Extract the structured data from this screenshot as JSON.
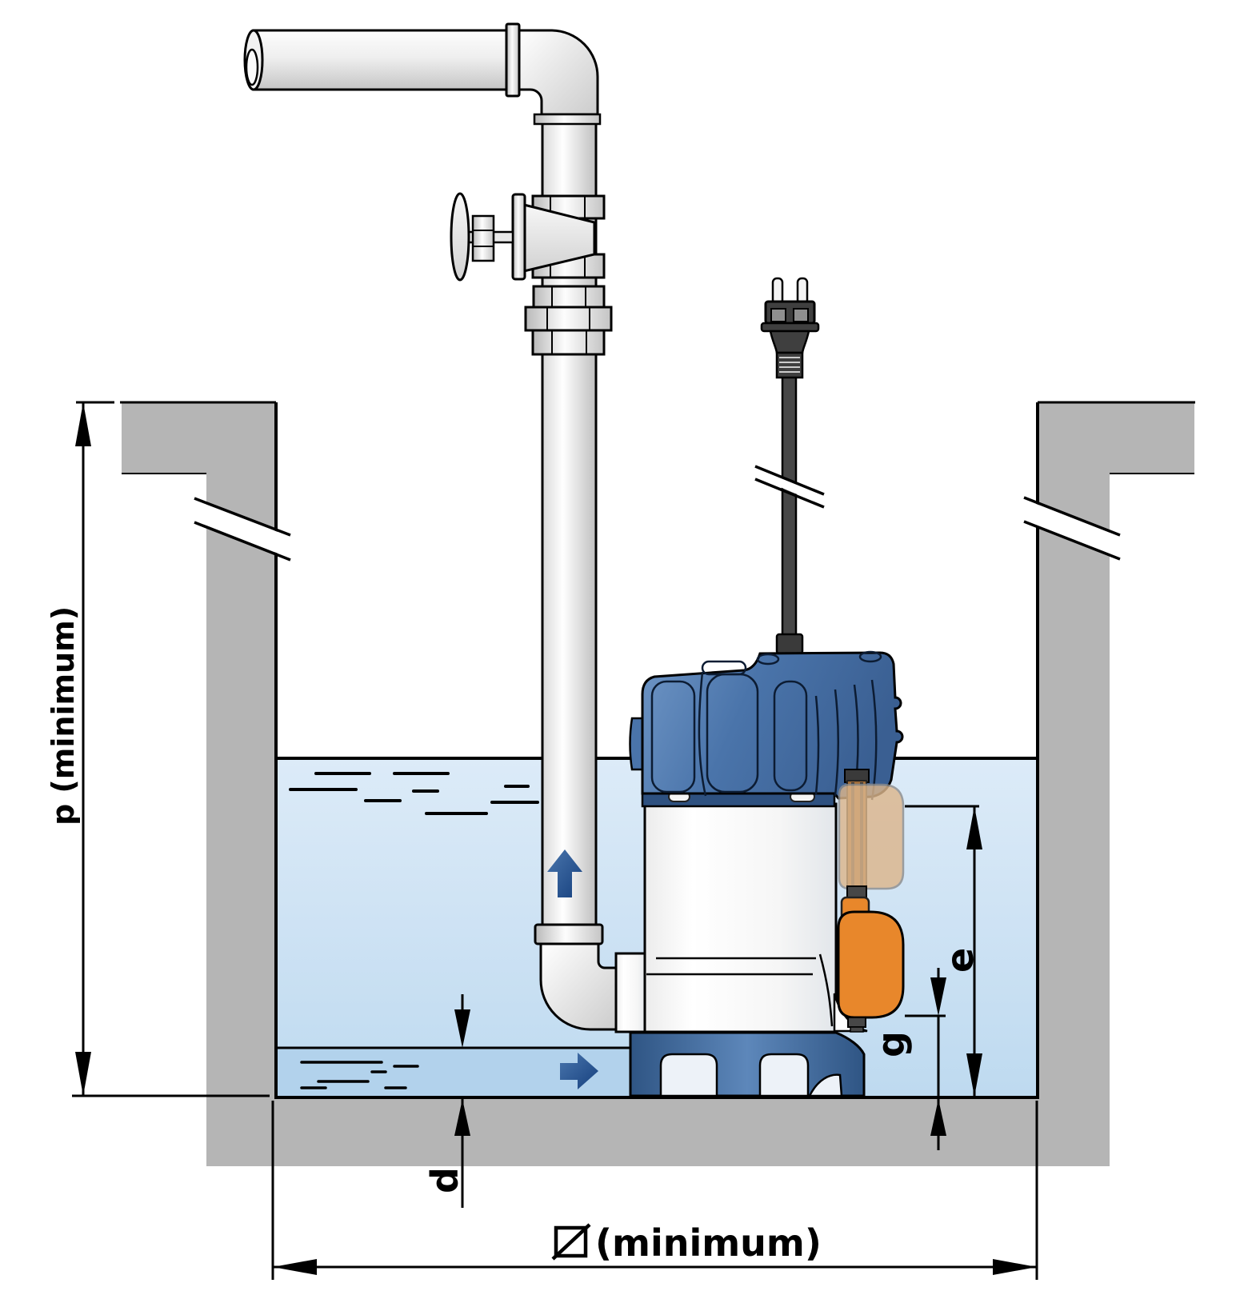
{
  "diagram": {
    "type": "technical-installation-diagram",
    "subject": "submersible drainage pump with float switch installed in a sump pit",
    "labels": {
      "p": "p (minimum)",
      "e": "e",
      "g": "g",
      "d": "d",
      "pit_width_suffix": "(minimum)"
    },
    "icons": {
      "square_section_symbol": "⧄",
      "flow_up_arrow": "▲",
      "flow_right_arrow": "►",
      "pipe_break_symbol": "//",
      "wall_break_symbol": "//"
    },
    "colors": {
      "water": "#cfe3f4",
      "water_residual_band": "#b2d2ec",
      "pit_concrete": "#b5b5b5",
      "pump_housing_blue": "#4a74aa",
      "pump_band_dark_blue": "#2e5180",
      "pump_base_blue": "#3c6496",
      "pump_body_white": "#ffffff",
      "float_orange": "#e8872b",
      "float_raised_ghost_tan": "#dcb68c",
      "float_rod_brown": "#a06c38",
      "flow_arrow_blue": "#1d4e98",
      "pipe_metal_light": "#e8e8e8",
      "cable_dark_gray": "#474747",
      "line_black": "#000000"
    }
  }
}
